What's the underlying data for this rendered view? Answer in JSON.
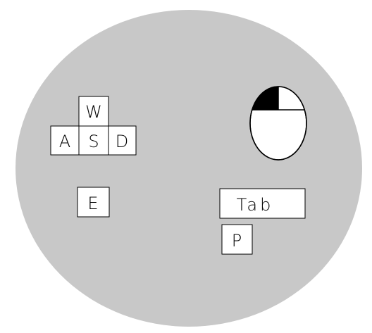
{
  "colors": {
    "background": "#ffffff",
    "oval": "#c8c8c8",
    "key_fill": "#ffffff",
    "key_border": "#000000",
    "mouse_highlight": "#000000"
  },
  "keys": {
    "w": "W",
    "a": "A",
    "s": "S",
    "d": "D",
    "e": "E",
    "tab": "Tab",
    "p": "P"
  },
  "mouse": {
    "icon": "mouse-left-click-icon",
    "highlighted_button": "left"
  }
}
